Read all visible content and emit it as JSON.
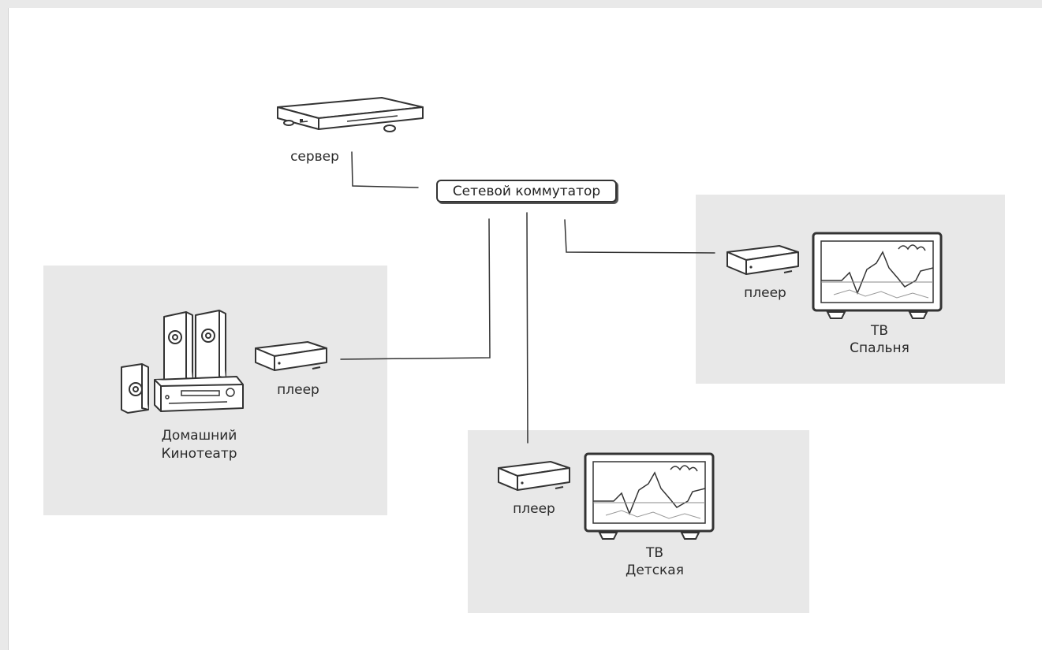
{
  "nodes": {
    "server_label": "сервер",
    "switch_label": "Сетевой коммутатор",
    "home_player_label": "плеер",
    "home_theater_label_line1": "Домашний",
    "home_theater_label_line2": "Кинотеатр",
    "kids_player_label": "плеер",
    "kids_tv_label_line1": "ТВ",
    "kids_tv_label_line2": "Детская",
    "bed_player_label": "плеер",
    "bed_tv_label_line1": "ТВ",
    "bed_tv_label_line2": "Спальня"
  },
  "colors": {
    "zone": "#e8e8e8",
    "wire": "#333333"
  }
}
